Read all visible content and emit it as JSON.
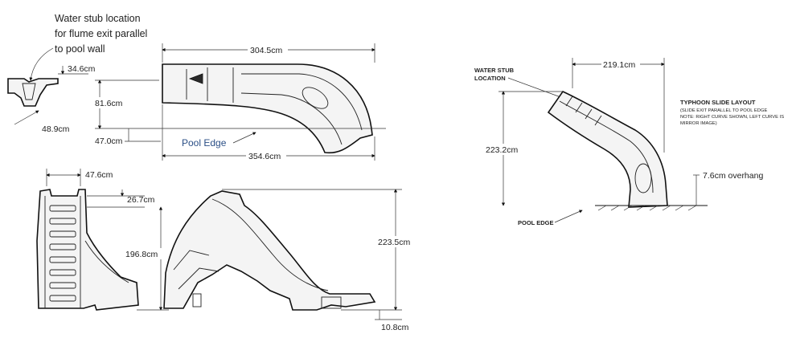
{
  "top_view": {
    "callout_line1": "Water stub location",
    "callout_line2": "for flume exit parallel",
    "callout_line3": "to pool wall",
    "dim_stub_offset": "34.6cm",
    "dim_height": "81.6cm",
    "dim_exit_offset": "47.0cm",
    "dim_left_end": "48.9cm",
    "dim_top_width": "304.5cm",
    "dim_total_width": "354.6cm",
    "pool_edge_label": "Pool Edge"
  },
  "front_view": {
    "dim_width": "47.6cm",
    "dim_top": "26.7cm",
    "dim_height": "196.8cm"
  },
  "side_view": {
    "dim_height": "223.5cm",
    "dim_base": "10.8cm"
  },
  "layout_view": {
    "water_stub_line1": "WATER STUB",
    "water_stub_line2": "LOCATION",
    "dim_width": "219.1cm",
    "dim_height": "223.2cm",
    "dim_overhang": "7.6cm overhang",
    "pool_edge_label": "POOL EDGE",
    "title": "TYPHOON SLIDE LAYOUT",
    "note_line1": "(SLIDE EXIT PARALLEL TO POOL EDGE",
    "note_line2": "NOTE: RIGHT CURVE SHOWN, LEFT CURVE IS",
    "note_line3": "MIRROR IMAGE)"
  }
}
